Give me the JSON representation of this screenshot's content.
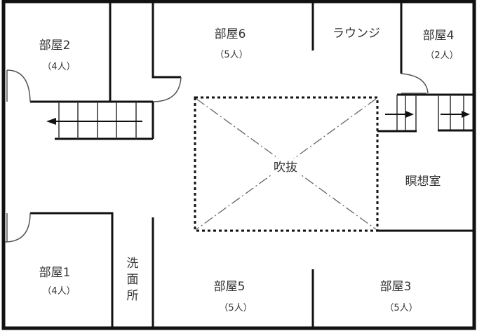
{
  "rooms": {
    "room2": {
      "name": "部屋2",
      "capacity": "（4人）"
    },
    "room6": {
      "name": "部屋6",
      "capacity": "（5人）"
    },
    "lounge": {
      "name": "ラウンジ"
    },
    "room4": {
      "name": "部屋4",
      "capacity": "（2人）"
    },
    "void": {
      "name": "吹抜"
    },
    "meditation": {
      "name": "瞑想室"
    },
    "room1": {
      "name": "部屋1",
      "capacity": "（4人）"
    },
    "washroom": {
      "name": [
        "洗",
        "面",
        "所"
      ]
    },
    "room5": {
      "name": "部屋5",
      "capacity": "（5人）"
    },
    "room3": {
      "name": "部屋3",
      "capacity": "（5人）"
    }
  }
}
